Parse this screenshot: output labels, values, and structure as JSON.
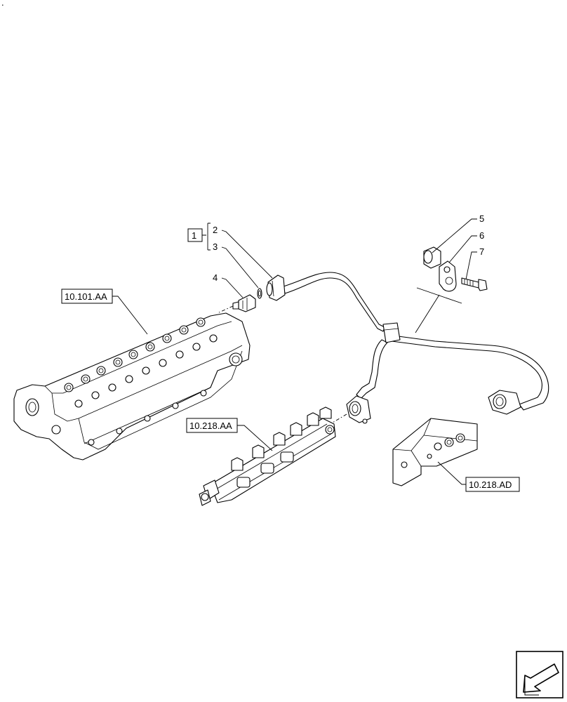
{
  "corner_mark": ".",
  "group_label": "1",
  "callouts": [
    "2",
    "3",
    "4",
    "5",
    "6",
    "7"
  ],
  "references": {
    "cylinder_head": "10.101.AA",
    "fuel_rail": "10.218.AA",
    "bracket": "10.218.AD"
  }
}
